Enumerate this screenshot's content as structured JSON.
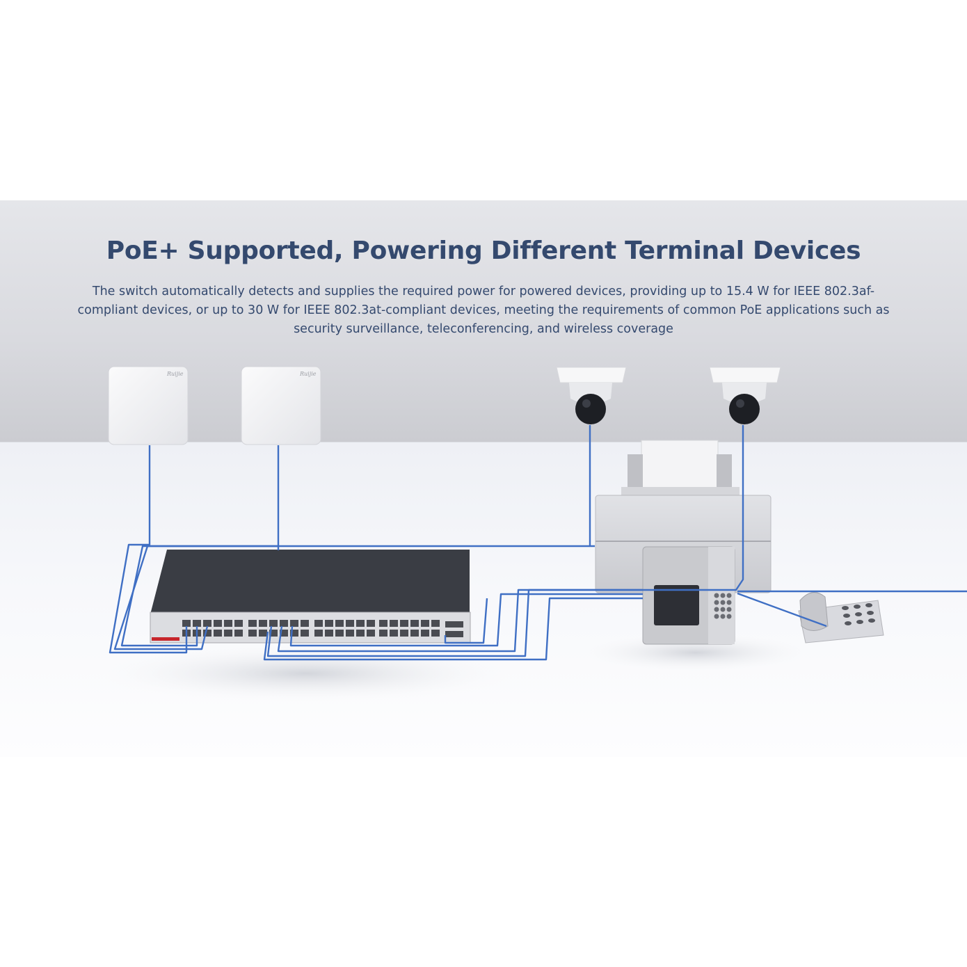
{
  "heading": "PoE+ Supported, Powering Different Terminal Devices",
  "description": "The switch automatically detects and supplies the required power for powered devices, providing up to 15.4 W for IEEE 802.3af-compliant devices, or up to 30 W for IEEE 802.3at-compliant devices, meeting the requirements of common PoE applications such as security surveillance, teleconferencing, and wireless coverage",
  "access_point_brand": "Ruijie",
  "colors": {
    "heading": "#34496e",
    "cable": "#3f6fc4",
    "switch_top": "#3a3d44"
  },
  "devices": {
    "access_points": [
      "access-point-1",
      "access-point-2"
    ],
    "cameras": [
      "dome-camera-1",
      "dome-camera-2"
    ],
    "others": [
      "network-switch",
      "printer",
      "video-phone",
      "desk-phone"
    ]
  }
}
